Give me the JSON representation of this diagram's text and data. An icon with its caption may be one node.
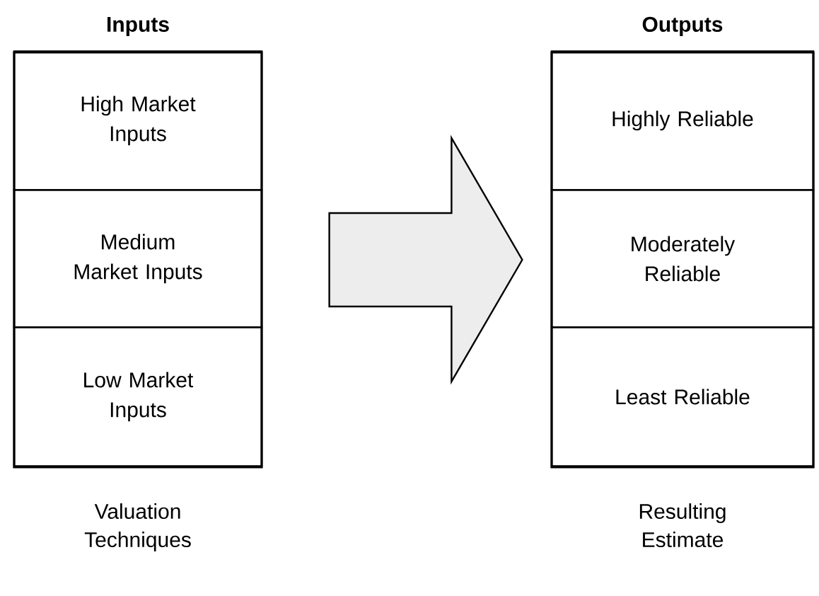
{
  "diagram": {
    "nodes": [
      {
        "text": [
          "Inputs"
        ],
        "beside": [
          "Valuation Techniques"
        ]
      },
      {
        "text": [
          "High Market Inputs"
        ],
        "in": 0
      },
      {
        "text": [
          "Medium Market Inputs"
        ],
        "in": 0
      },
      {
        "text": [
          "Low Market Inputs"
        ],
        "in": 0
      },
      {
        "text": [
          "Outputs"
        ],
        "beside": [
          "Resulting Estimate"
        ]
      },
      {
        "text": [
          "Highly Reliable"
        ],
        "in": 4
      },
      {
        "text": [
          "Moderately Reliable"
        ],
        "in": 4
      },
      {
        "text": [
          "Least Reliable"
        ],
        "in": 4
      }
    ],
    "edges": [
      {
        "from": 0,
        "to": 4,
        "arrow": "to"
      }
    ]
  }
}
